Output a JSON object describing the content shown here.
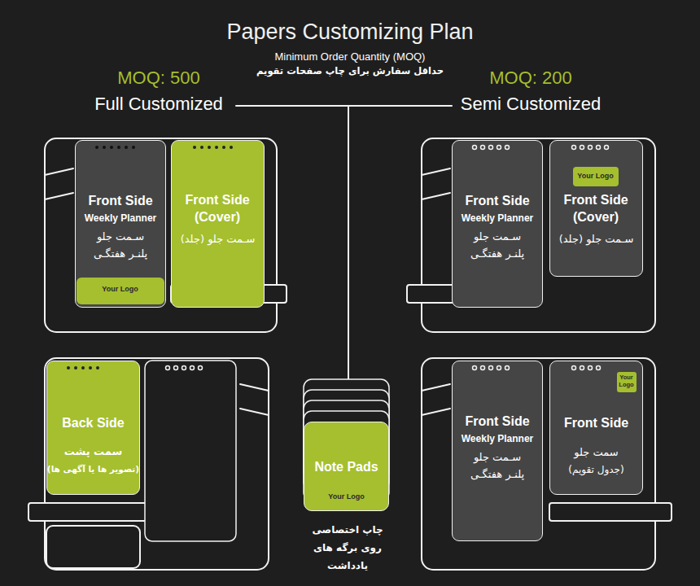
{
  "diagram": {
    "title": "Papers Customizing Plan",
    "nodes": [
      {
        "text": [
          "Front Side",
          "Weekly Planner",
          "سـمت جلو",
          "پلنـر هفتگـی"
        ]
      },
      {
        "text": [
          "Your Logo"
        ],
        "in": 0
      },
      {
        "text": [
          "Front Side (Cover)",
          "سـمت جلو (جلد)"
        ]
      },
      {
        "text": [
          "Front Side",
          "Weekly Planner",
          "سـمت جلو",
          "پلنـر هفتگـی"
        ]
      },
      {
        "text": [
          "Front Side (Cover)",
          "سـمت جلو (جلد)"
        ]
      },
      {
        "text": [
          "Your Logo"
        ],
        "in": 4
      },
      {
        "text": [
          "Back Side",
          "سمت پشت",
          "(تصویر ها یا آگهی ها)"
        ]
      },
      {
        "text": [
          "Note Pads",
          "Your Logo"
        ]
      },
      {
        "text": [
          "Front Side",
          "Weekly Planner",
          "سـمت جلو",
          "پلنـر هفتگـی"
        ]
      },
      {
        "text": [
          "Front Side",
          "سمت جلو",
          "(جدول تقویم)"
        ]
      },
      {
        "text": [
          "Your Logo"
        ],
        "in": 9
      }
    ],
    "labels": [
      "Minimum Order Quantity (MOQ)",
      "حداقل سفارش برای چاپ صفحات تقویم",
      "MOQ: 500",
      "Full Customized",
      "MOQ: 200",
      "Semi Customized",
      "چاپ اختصاصی روی برگه های یادداشت"
    ]
  }
}
